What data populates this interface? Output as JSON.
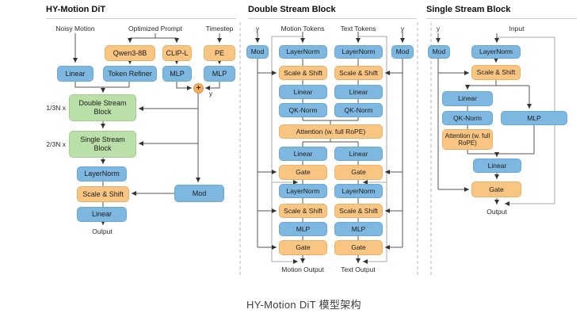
{
  "caption": "HY-Motion DiT 模型架构",
  "colors": {
    "node_blue": "#7EB7E0",
    "node_orange": "#F9C583",
    "node_green": "#BADFA8",
    "flow_line": "#555555",
    "skip_line": "#A9A9A9",
    "separator": "#B5B5B5"
  },
  "left": {
    "title": "HY-Motion DiT",
    "noisy_motion": "Noisy Motion",
    "optimized_prompt": "Optimized Prompt",
    "timestep": "Timestep",
    "qwen": "Qwen3-8B",
    "clip": "CLIP-L",
    "pe": "PE",
    "linear_in": "Linear",
    "token_refiner": "Token Refiner",
    "mlp_clip": "MLP",
    "mlp_pe": "MLP",
    "plus": "+",
    "y": "y",
    "dsb_mult": "1/3N x",
    "dsb": "Double Stream Block",
    "ssb_mult": "2/3N x",
    "ssb": "Single Stream Block",
    "layernorm": "LayerNorm",
    "scale_shift": "Scale & Shift",
    "linear_out": "Linear",
    "mod": "Mod",
    "output": "Output"
  },
  "double": {
    "title": "Double Stream Block",
    "y_left": "y",
    "motion_tokens": "Motion Tokens",
    "text_tokens": "Text Tokens",
    "y_right": "y",
    "mod_left": "Mod",
    "mod_right": "Mod",
    "attention": "Attention (w. full RoPE)",
    "motion_col": [
      "LayerNorm",
      "Scale & Shift",
      "Linear",
      "QK-Norm",
      "Linear",
      "Gate",
      "LayerNorm",
      "Scale & Shift",
      "MLP",
      "Gate"
    ],
    "text_col": [
      "LayerNorm",
      "Scale & Shift",
      "Linear",
      "QK-Norm",
      "Linear",
      "Gate",
      "LayerNorm",
      "Scale & Shift",
      "MLP",
      "Gate"
    ],
    "motion_output": "Motion Output",
    "text_output": "Text Output"
  },
  "single": {
    "title": "Single Stream Block",
    "y": "y",
    "input": "Input",
    "mod": "Mod",
    "layernorm": "LayerNorm",
    "scale_shift": "Scale & Shift",
    "linear1": "Linear",
    "qk_norm": "QK-Norm",
    "mlp": "MLP",
    "attention": "Attention (w. full RoPE)",
    "linear2": "Linear",
    "gate": "Gate",
    "output": "Output"
  }
}
